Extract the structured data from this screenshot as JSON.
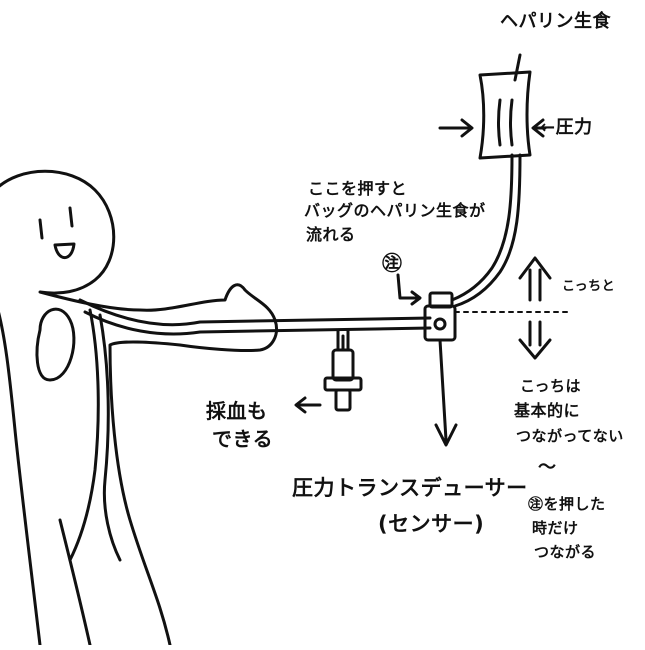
{
  "labels": {
    "heparin_bag": "ヘパリン生食",
    "pressure": "←圧力",
    "press_here": [
      "ここを押すと",
      "バッグのヘパリン生食が",
      "流れる"
    ],
    "asterisk": "㊟",
    "this_side_and": "こっちと",
    "this_side_not": [
      "こっちは",
      "基本的に",
      "つながってない"
    ],
    "tilde": "〜",
    "press_connect": [
      "㊟を押した",
      "時だけ",
      "つながる"
    ],
    "blood_sampling": [
      "採血も",
      "できる"
    ],
    "transducer": [
      "圧力トランスデューサー",
      "(センサー)"
    ]
  },
  "colors": {
    "ink": "#111111",
    "paper": "#ffffff"
  }
}
